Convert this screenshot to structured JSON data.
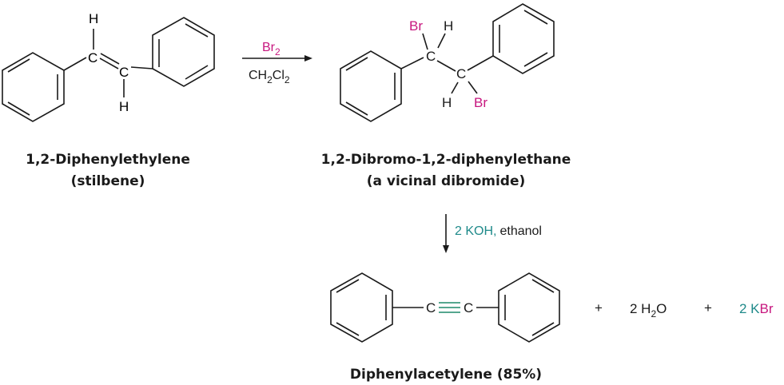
{
  "colors": {
    "text": "#1a1a1a",
    "bromine": "#c7177f",
    "reagent_teal": "#1f8a8a",
    "triple_bond": "#1f8a6a"
  },
  "atoms": {
    "H": "H",
    "C": "C",
    "Br": "Br"
  },
  "step1": {
    "reagent_br": "Br",
    "reagent_br_sub": "2",
    "solvent_ch": "CH",
    "solvent_sub1": "2",
    "solvent_cl": "Cl",
    "solvent_sub2": "2"
  },
  "step2": {
    "base": "2 KOH,",
    "solvent": "ethanol"
  },
  "compounds": {
    "stilbene_name": "1,2-Diphenylethylene",
    "stilbene_common": "(stilbene)",
    "dibromide_name": "1,2-Dibromo-1,2-diphenylethane",
    "dibromide_common": "(a vicinal dibromide)",
    "product_name": "Diphenylacetylene (85%)"
  },
  "byproducts": {
    "plus": "+",
    "water_coef": "2 H",
    "water_sub": "2",
    "water_o": "O",
    "kbr_coef": "2 K",
    "kbr_br": "Br"
  }
}
